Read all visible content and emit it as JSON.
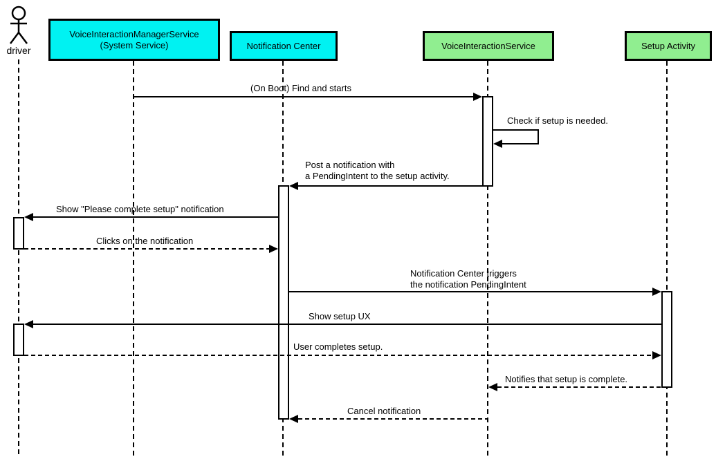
{
  "diagram": {
    "kind": "uml-sequence-diagram",
    "colors": {
      "system_service_fill": "#00F2F2",
      "component_fill": "#90EE90",
      "stroke": "#000000",
      "background": "#FFFFFF"
    },
    "actor": {
      "name": "driver"
    },
    "participants": [
      {
        "id": "vims",
        "label": "VoiceInteractionManagerService\n(System Service)",
        "fill": "#00F2F2"
      },
      {
        "id": "notification-center",
        "label": "Notification Center",
        "fill": "#00F2F2"
      },
      {
        "id": "voice-interaction-service",
        "label": "VoiceInteractionService",
        "fill": "#90EE90"
      },
      {
        "id": "setup-activity",
        "label": "Setup Activity",
        "fill": "#90EE90"
      }
    ],
    "messages": [
      {
        "label": "(On Boot) Find and starts",
        "from": "VoiceInteractionManagerService (System Service)",
        "to": "VoiceInteractionService",
        "line": "solid"
      },
      {
        "label": "Check if setup is needed.",
        "from": "VoiceInteractionService",
        "to": "VoiceInteractionService",
        "line": "solid",
        "self_message": true
      },
      {
        "label": "Post a notification with\na PendingIntent to the setup activity.",
        "from": "VoiceInteractionService",
        "to": "Notification Center",
        "line": "solid"
      },
      {
        "label": "Show \"Please complete setup\" notification",
        "from": "Notification Center",
        "to": "driver",
        "line": "solid"
      },
      {
        "label": "Clicks on the notification",
        "from": "driver",
        "to": "Notification Center",
        "line": "dashed"
      },
      {
        "label": "Notification Center triggers\nthe notification PendingIntent",
        "from": "Notification Center",
        "to": "Setup Activity",
        "line": "solid"
      },
      {
        "label": "Show setup UX",
        "from": "Setup Activity",
        "to": "driver",
        "line": "solid"
      },
      {
        "label": "User completes setup.",
        "from": "driver",
        "to": "Setup Activity",
        "line": "dashed"
      },
      {
        "label": "Notifies that setup is complete.",
        "from": "Setup Activity",
        "to": "VoiceInteractionService",
        "line": "dashed"
      },
      {
        "label": "Cancel notification",
        "from": "VoiceInteractionService",
        "to": "Notification Center",
        "line": "dashed"
      }
    ]
  }
}
